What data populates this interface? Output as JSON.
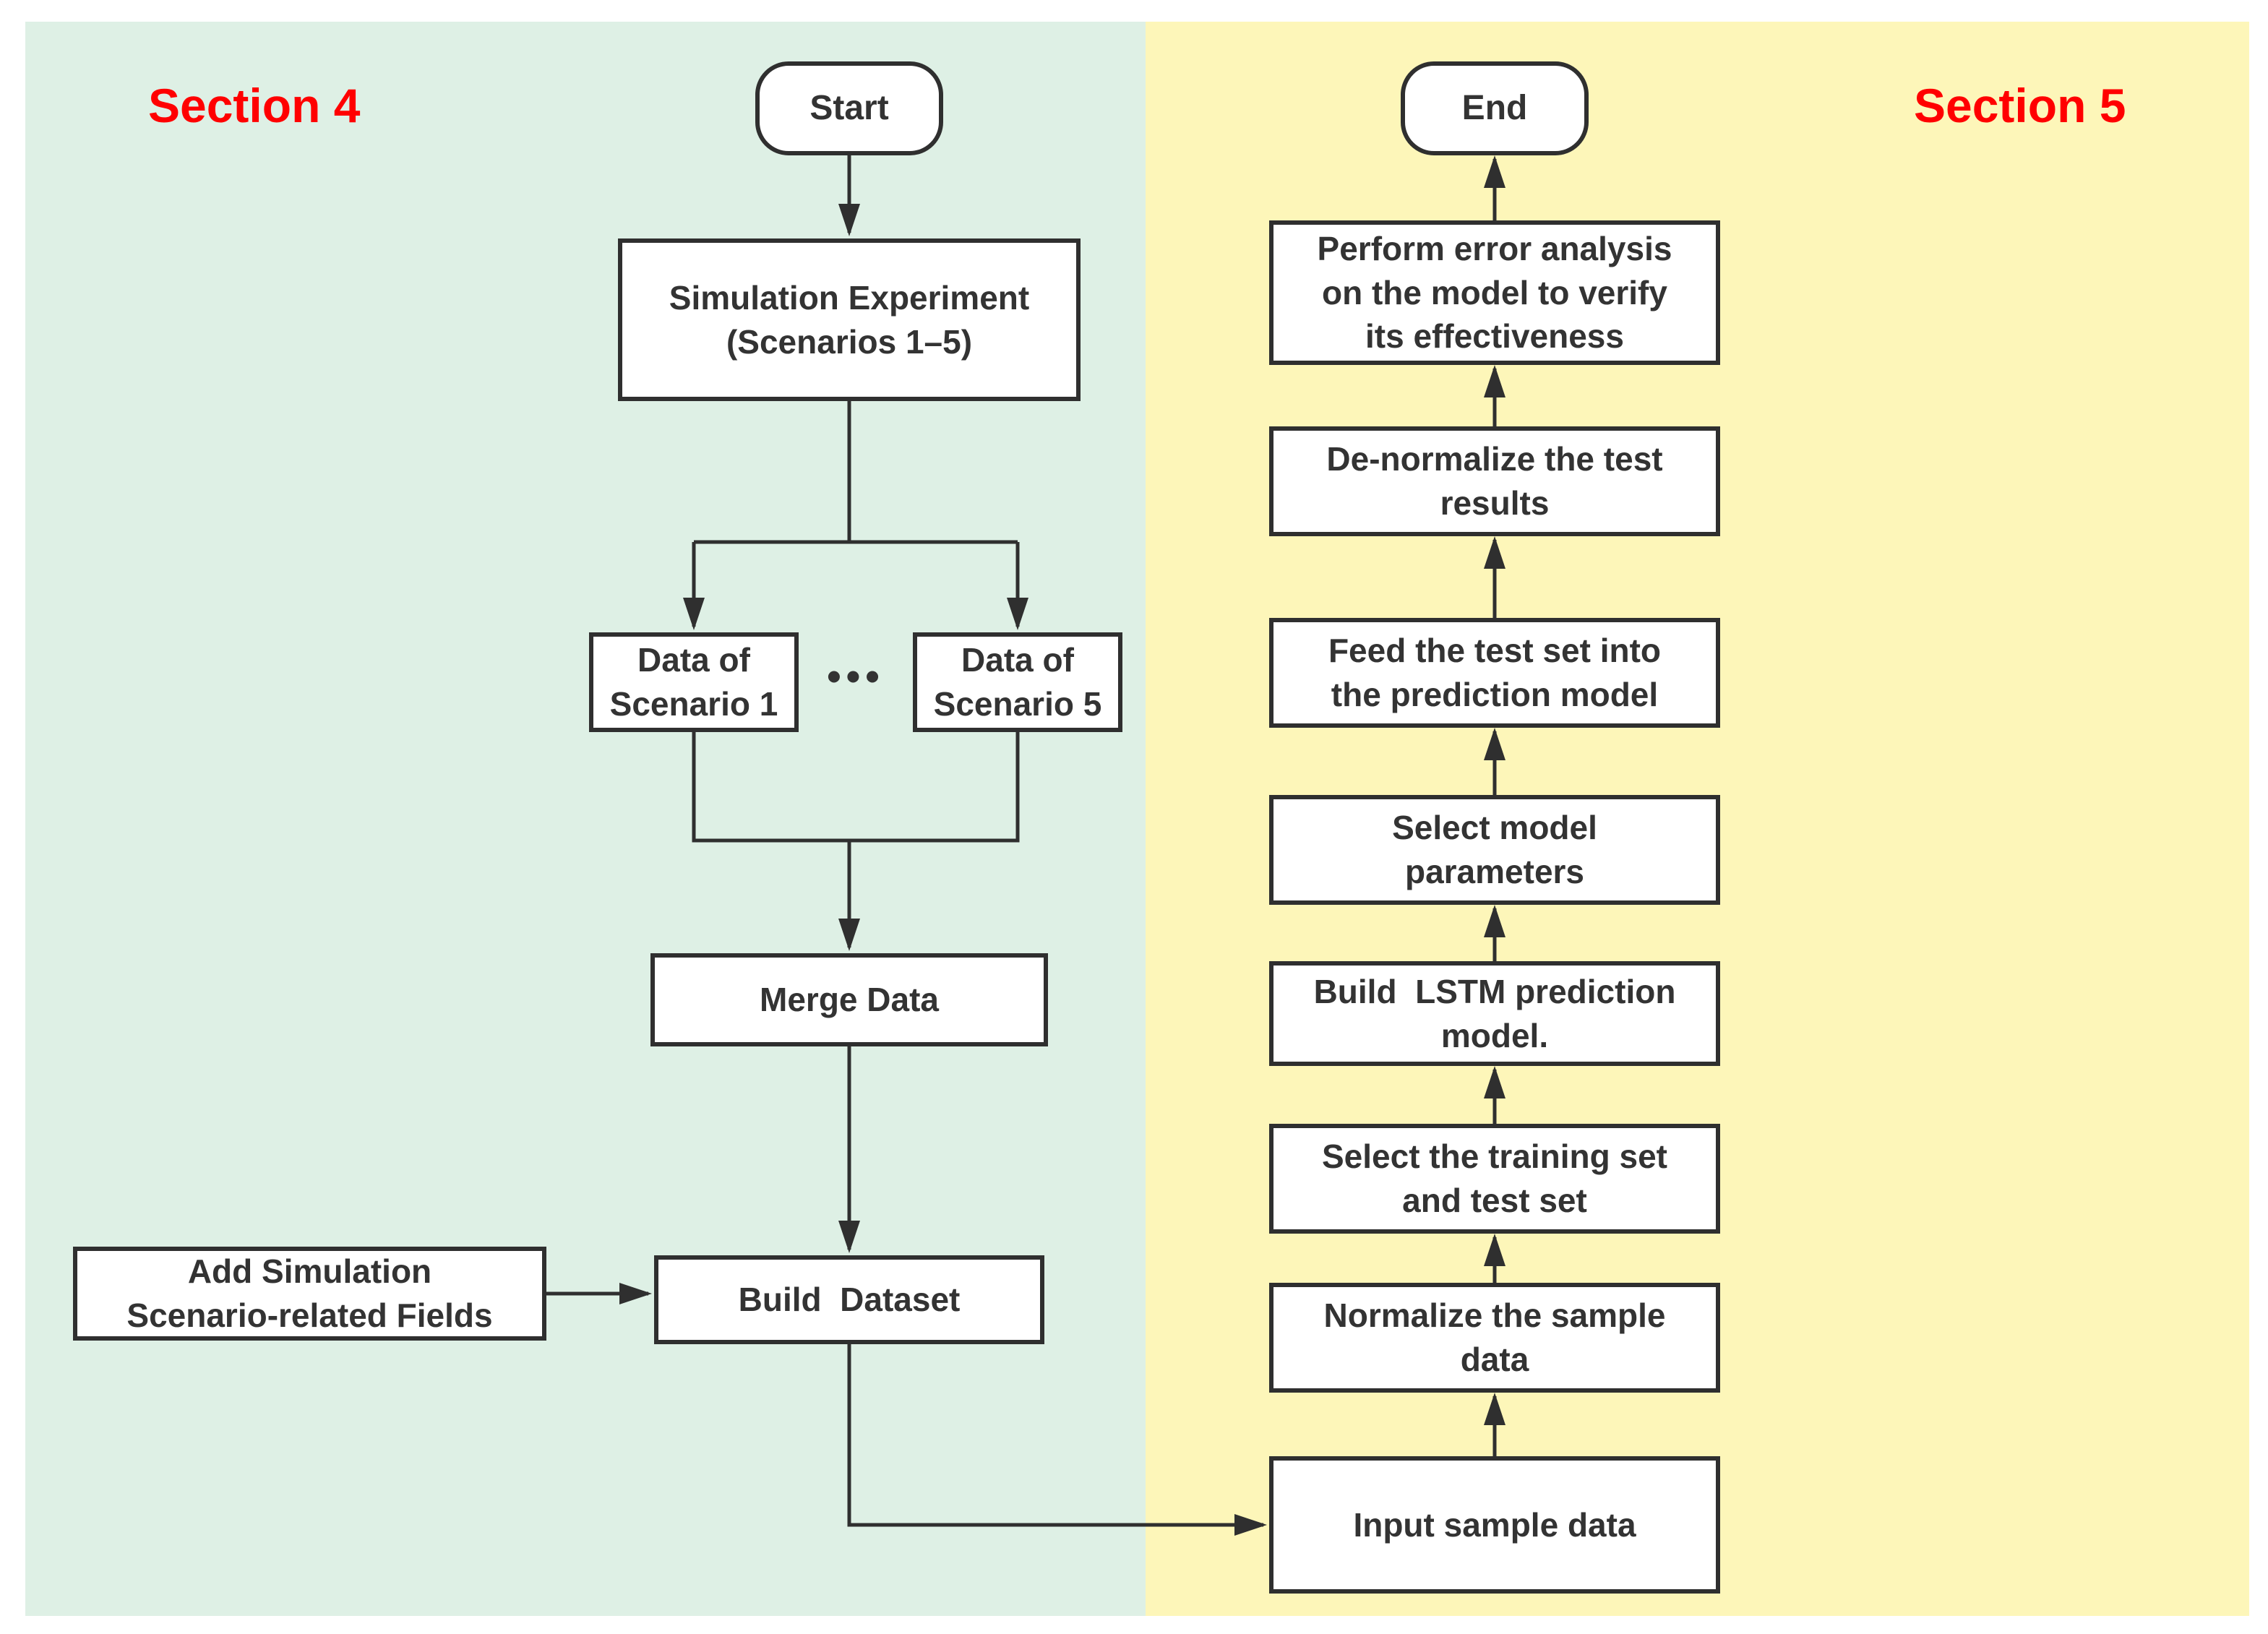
{
  "sections": {
    "left": {
      "label": "Section 4"
    },
    "right": {
      "label": "Section 5"
    }
  },
  "nodes": {
    "start": {
      "label": "Start"
    },
    "sim_exp": {
      "label": "Simulation Experiment\n(Scenarios 1–5)"
    },
    "scenario1": {
      "label": "Data of\nScenario 1"
    },
    "ellipsis": {
      "label": "•••"
    },
    "scenario5": {
      "label": "Data of\nScenario 5"
    },
    "merge": {
      "label": "Merge Data"
    },
    "add_fields": {
      "label": "Add Simulation\nScenario-related Fields"
    },
    "build_dataset": {
      "label": "Build  Dataset"
    },
    "input_sample": {
      "label": "Input sample data"
    },
    "normalize": {
      "label": "Normalize the sample\ndata"
    },
    "select_train": {
      "label": "Select the training set\nand test set"
    },
    "build_lstm": {
      "label": "Build  LSTM prediction\nmodel."
    },
    "select_params": {
      "label": "Select model\nparameters"
    },
    "feed_test": {
      "label": "Feed the test set into\nthe prediction model"
    },
    "denormalize": {
      "label": "De-normalize the test\nresults"
    },
    "perform_error": {
      "label": "Perform error analysis\non the model to verify\nits effectiveness"
    },
    "end": {
      "label": "End"
    }
  },
  "palette": {
    "section4_bg": "#def0e5",
    "section5_bg": "#fdf6b9",
    "section_label": "#ff0000",
    "box_fill": "#ffffff",
    "box_border": "#2f2f2f",
    "text": "#333333",
    "arrow": "#2f2f2f",
    "page_bg": "#ffffff"
  }
}
